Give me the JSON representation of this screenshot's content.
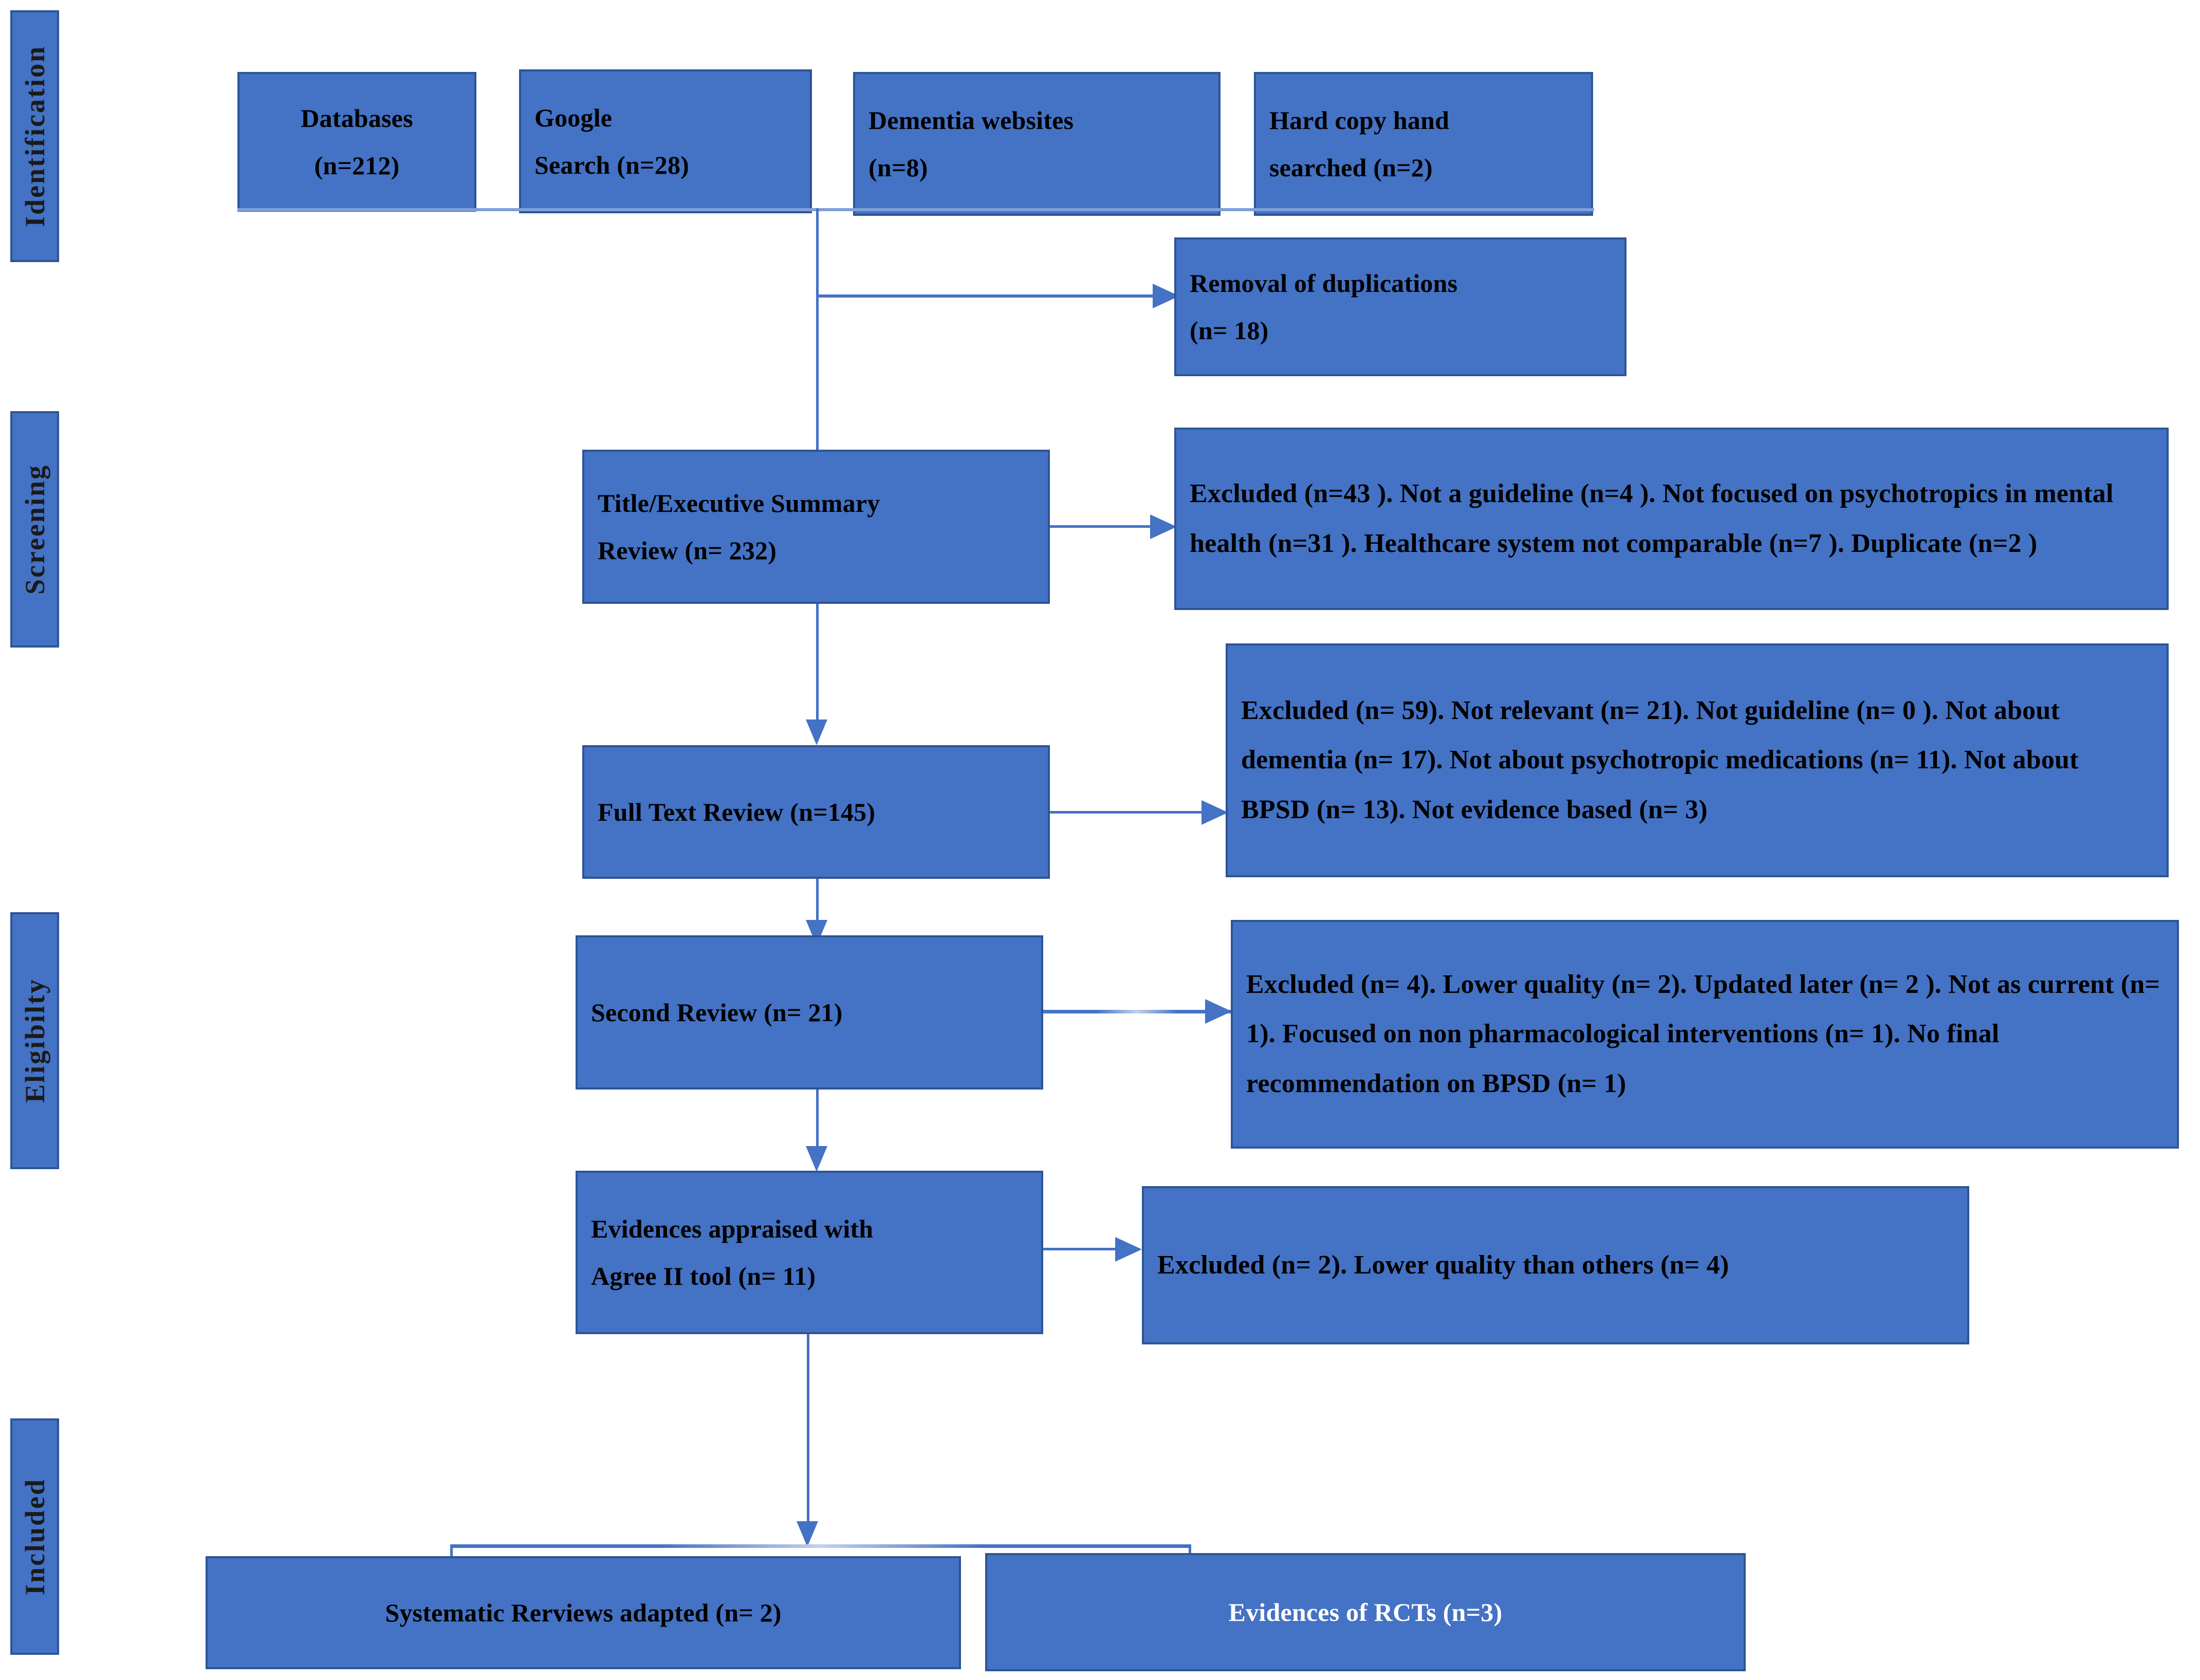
{
  "diagram": {
    "type": "prisma-flow-diagram",
    "title": "PRISMA study selection flow diagram",
    "colors": {
      "box_fill": "#4472C4",
      "box_border": "#2E5496",
      "connector": "#4472C4",
      "text_dark": "#000000",
      "text_light": "#FFFFFF",
      "background": "#FFFFFF"
    }
  },
  "stages": [
    {
      "id": "identification",
      "label": "Identification"
    },
    {
      "id": "screening",
      "label": "Screening"
    },
    {
      "id": "eligibility",
      "label": "Eligibilty"
    },
    {
      "id": "included",
      "label": "Included"
    }
  ],
  "sources": [
    {
      "id": "databases",
      "line1": "Databases",
      "line2": "(n=212)",
      "n": 212
    },
    {
      "id": "google-search",
      "line1": "Google",
      "line2": "Search (n=28)",
      "n": 28
    },
    {
      "id": "dementia-sites",
      "line1": "Dementia websites",
      "line2": "(n=8)",
      "n": 8
    },
    {
      "id": "hard-copy",
      "line1": "Hard copy hand",
      "line2": "searched (n=2)",
      "n": 2
    }
  ],
  "flow": {
    "duplicates": {
      "line1": "Removal of duplications",
      "line2": "(n= 18)",
      "n": 18
    },
    "title_review": {
      "line1": "Title/Executive Summary",
      "line2": "Review (n= 232)",
      "n": 232
    },
    "full_text": {
      "line1": "Full Text Review (n=145)",
      "n": 145
    },
    "second_review": {
      "line1": "Second Review (n= 21)",
      "n": 21
    },
    "appraised": {
      "line1": "Evidences appraised with",
      "line2": "Agree II tool (n= 11)",
      "n": 11
    }
  },
  "exclusions": {
    "screening": "Excluded (n=43 ). Not a guideline (n=4 ). Not focused on psychotropics in mental health (n=31 ). Healthcare system not comparable (n=7 ). Duplicate (n=2 )",
    "full_text": "Excluded (n= 59). Not relevant (n= 21). Not guideline (n= 0 ). Not about dementia (n= 17). Not about psychotropic medications (n= 11). Not about BPSD (n= 13). Not evidence based (n= 3)",
    "second_review": "Excluded (n= 4). Lower quality (n= 2). Updated later (n= 2 ). Not as current (n= 1). Focused on non pharmacological interventions (n= 1). No final recommendation on BPSD (n= 1)",
    "appraised": "Excluded (n= 2). Lower quality than others (n= 4)"
  },
  "included": [
    {
      "id": "systematic-reviews",
      "label": "Systematic Rerviews adapted (n= 2)",
      "n": 2
    },
    {
      "id": "rcts",
      "label": "Evidences of RCTs (n=3)",
      "n": 3
    }
  ]
}
